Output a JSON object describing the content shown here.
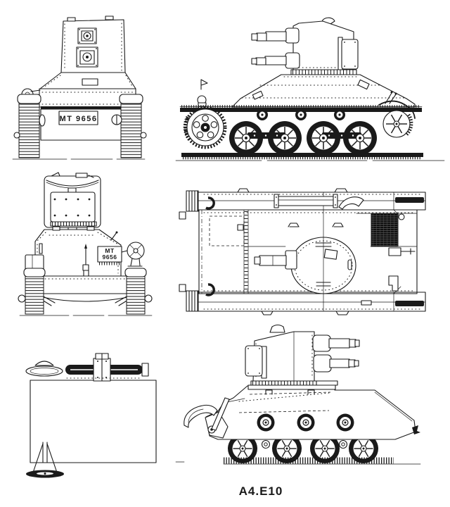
{
  "figure": {
    "type": "technical-line-drawing",
    "subject": "six-view tank blueprint",
    "caption": "A4.E10",
    "registration_plate": "MT 9656",
    "registration_plate_lines": [
      "MT",
      "9656"
    ],
    "ink_color": "#1a1a1a",
    "paper_color": "#ffffff",
    "views": [
      {
        "id": "rear-view",
        "grid": "top-left"
      },
      {
        "id": "side-view-guns-left",
        "grid": "top-right"
      },
      {
        "id": "front-view",
        "grid": "middle-left"
      },
      {
        "id": "plan-top-view",
        "grid": "middle-right"
      },
      {
        "id": "hull-suspension-plan-view",
        "grid": "bottom-left"
      },
      {
        "id": "side-view-guns-right",
        "grid": "bottom-right"
      }
    ]
  }
}
